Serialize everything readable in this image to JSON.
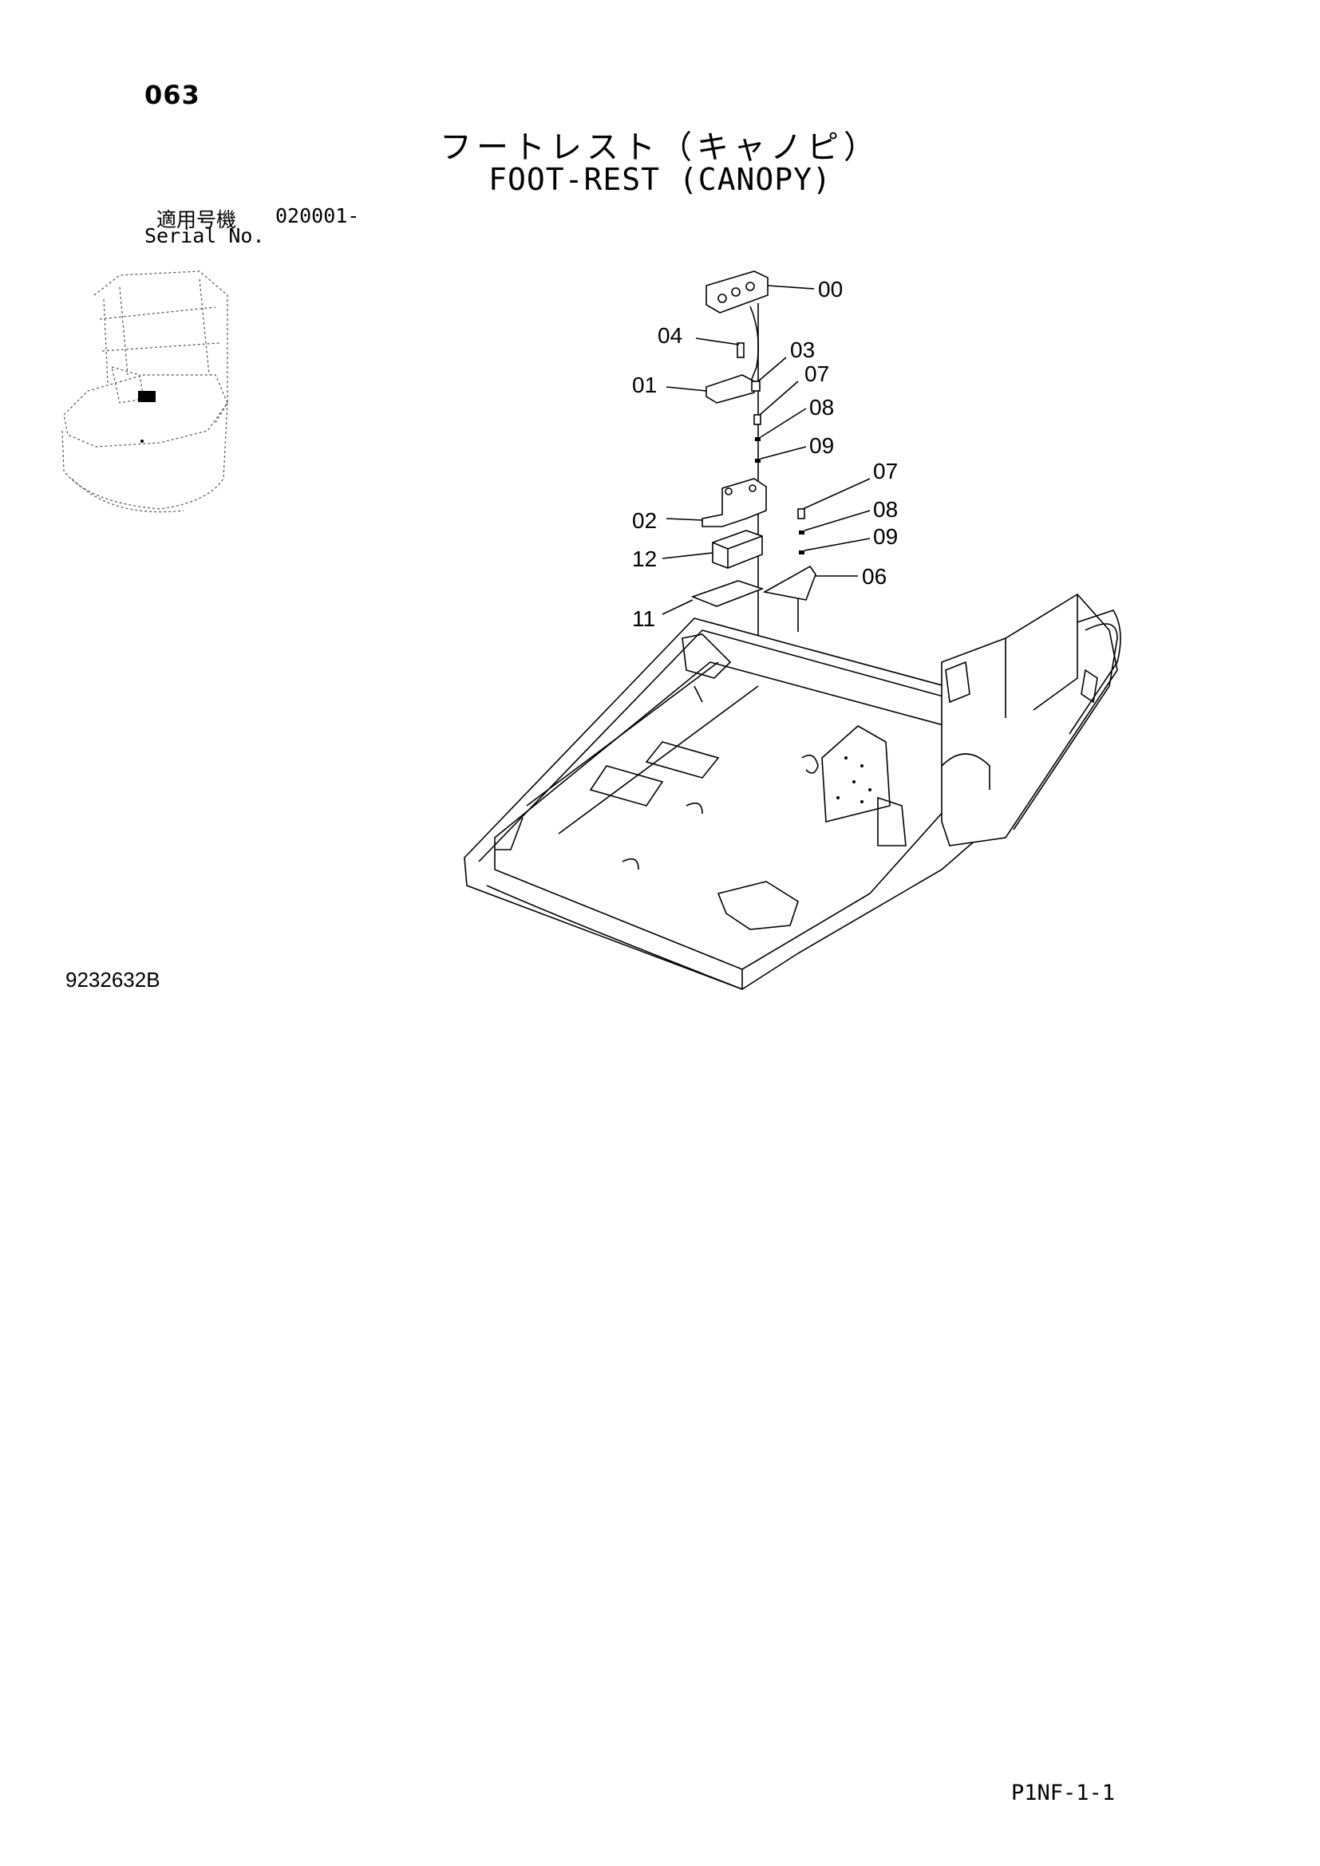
{
  "header": {
    "page_number": "063",
    "title_ja": "フートレスト（キャノピ）",
    "title_en": "FOOT-REST (CANOPY)"
  },
  "serial": {
    "label_ja": "適用号機",
    "value": "020001-",
    "label_en": "Serial No."
  },
  "callouts": {
    "c00": "00",
    "c04": "04",
    "c03": "03",
    "c01": "01",
    "c07a": "07",
    "c08a": "08",
    "c09a": "09",
    "c07b": "07",
    "c08b": "08",
    "c09b": "09",
    "c02": "02",
    "c12": "12",
    "c06": "06",
    "c11": "11"
  },
  "footer": {
    "drawing_number": "9232632B",
    "page_code": "P1NF-1-1"
  }
}
